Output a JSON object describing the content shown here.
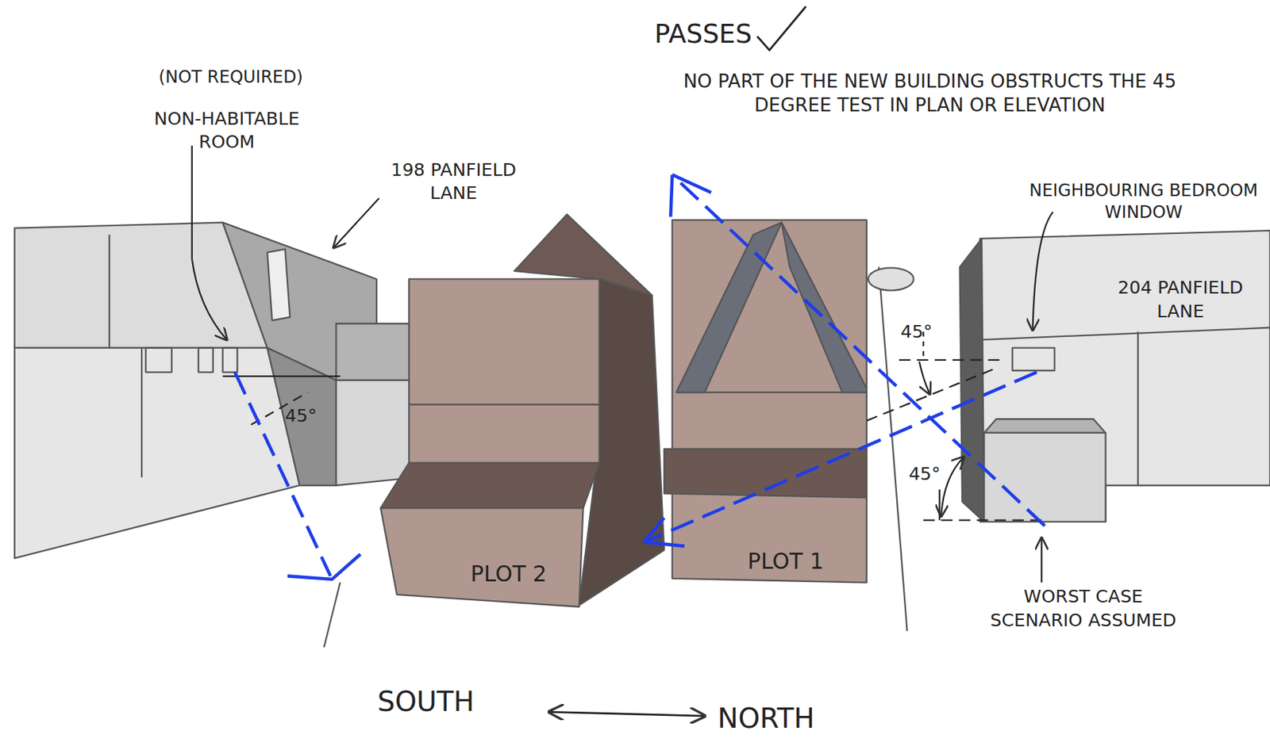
{
  "diagram": {
    "nodes": [
      {
        "text": [
          "PLOT 2"
        ]
      },
      {
        "text": [
          "PLOT 1"
        ]
      }
    ],
    "labels": [
      "PASSES",
      "NO PART OF THE NEW BUILDING OBSTRUCTS THE 45 DEGREE TEST IN PLAN OR ELEVATION",
      "(NOT REQUIRED)",
      "NON-HABITABLE ROOM",
      "198 PANFIELD LANE",
      "NEIGHBOURING BEDROOM WINDOW",
      "204 PANFIELD LANE",
      "45°",
      "45°",
      "45°",
      "WORST CASE SCENARIO ASSUMED",
      "SOUTH",
      "NORTH"
    ]
  }
}
